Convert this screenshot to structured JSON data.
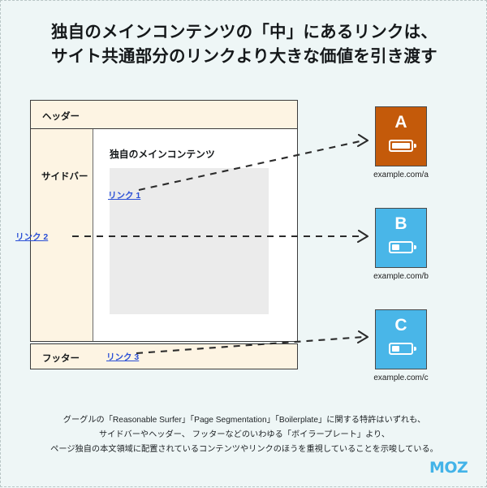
{
  "title": {
    "line1": "独自のメインコンテンツの「中」にあるリンクは、",
    "line2": "サイト共通部分のリンクより大きな価値を引き渡す"
  },
  "wireframe": {
    "header_label": "ヘッダー",
    "sidebar_label": "サイドバー",
    "main_label": "独自のメインコンテンツ",
    "footer_label": "フッター",
    "links": [
      {
        "id": "link1",
        "label": "リンク 1",
        "location": "main-content"
      },
      {
        "id": "link2",
        "label": "リンク 2",
        "location": "sidebar"
      },
      {
        "id": "link3",
        "label": "リンク 3",
        "location": "footer"
      }
    ]
  },
  "cards": [
    {
      "letter": "A",
      "caption": "example.com/a",
      "color": "#c45a0a",
      "value_pct": 100
    },
    {
      "letter": "B",
      "caption": "example.com/b",
      "color": "#49b6e8",
      "value_pct": 40
    },
    {
      "letter": "C",
      "caption": "example.com/c",
      "color": "#49b6e8",
      "value_pct": 40
    }
  ],
  "note": {
    "line1": "グーグルの「Reasonable Surfer」「Page Segmentation」「Boilerplate」に関する特許はいずれも、",
    "line2": "サイドバーやヘッダー、 フッターなどのいわゆる「ボイラープレート」より、",
    "line3": "ページ独自の本文領域に配置されているコンテンツやリンクのほうを重視していることを示唆している。"
  },
  "logo": {
    "text": "MOZ",
    "color": "#43b3e8"
  }
}
